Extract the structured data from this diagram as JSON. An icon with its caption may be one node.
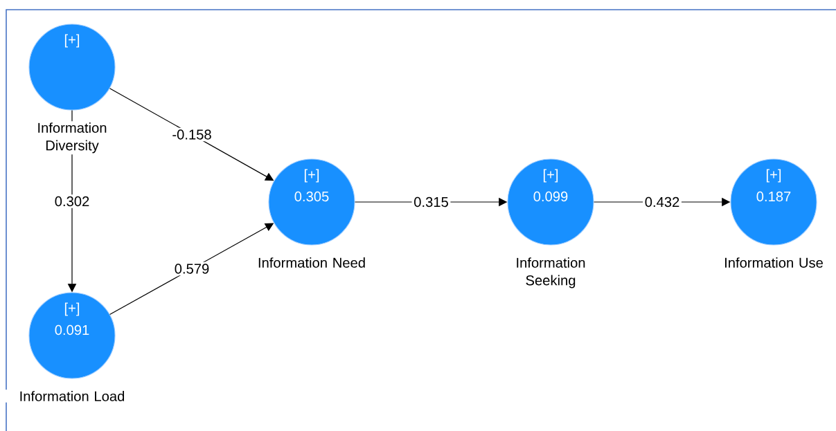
{
  "diagram": {
    "nodes": [
      {
        "text": [
          "[+]"
        ],
        "beside": [
          "Information Diversity"
        ]
      },
      {
        "text": [
          "[+]",
          "0.091"
        ],
        "beside": [
          "Information Load"
        ]
      },
      {
        "text": [
          "[+]",
          "0.305"
        ],
        "beside": [
          "Information Need"
        ]
      },
      {
        "text": [
          "[+]",
          "0.099"
        ],
        "beside": [
          "Information Seeking"
        ]
      },
      {
        "text": [
          "[+]",
          "0.187"
        ],
        "beside": [
          "Information Use"
        ]
      }
    ],
    "edges": [
      {
        "from": 0,
        "to": 2,
        "arrow": "to",
        "label": "-0.158"
      },
      {
        "from": 0,
        "to": 1,
        "arrow": "to",
        "label": "0.302"
      },
      {
        "from": 1,
        "to": 2,
        "arrow": "to",
        "label": "0.579"
      },
      {
        "from": 2,
        "to": 3,
        "arrow": "to",
        "label": "0.315"
      },
      {
        "from": 3,
        "to": 4,
        "arrow": "to",
        "label": "0.432"
      }
    ]
  }
}
